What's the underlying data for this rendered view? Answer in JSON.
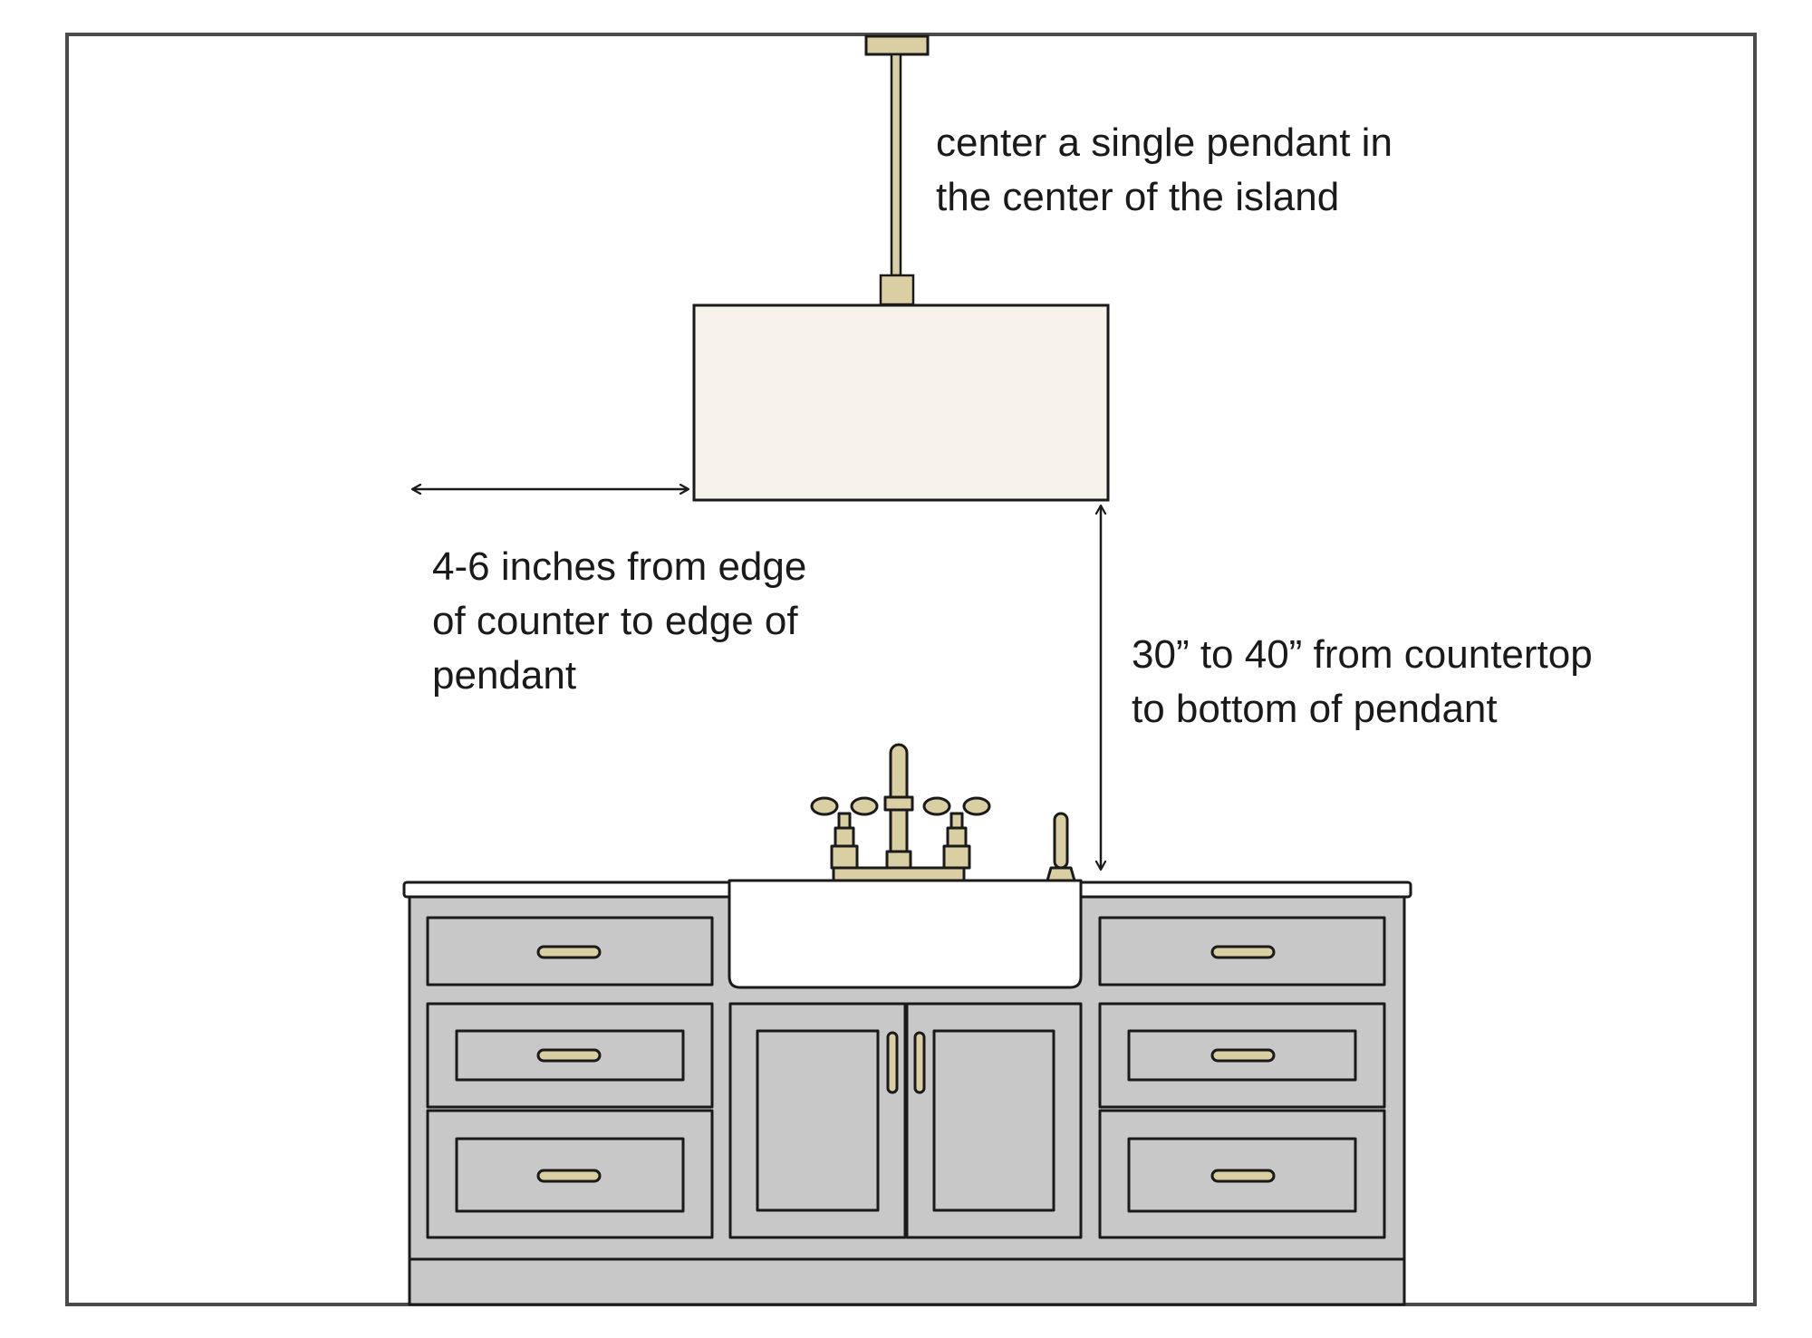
{
  "annotations": {
    "center_note": [
      "center a single pendant in",
      "the center of the island"
    ],
    "edge_note": [
      "4-6 inches from edge",
      "of counter to edge of",
      "pendant"
    ],
    "height_note": [
      "30” to 40” from countertop",
      "to bottom of pendant"
    ]
  },
  "colors": {
    "frame": "#4a4a4a",
    "outline": "#1a1a1a",
    "brass": "#d9cfa3",
    "shade": "#f7f3ea",
    "cabinet": "#c8c8c8",
    "countertop": "#ffffff",
    "text": "#1a1a1a"
  }
}
